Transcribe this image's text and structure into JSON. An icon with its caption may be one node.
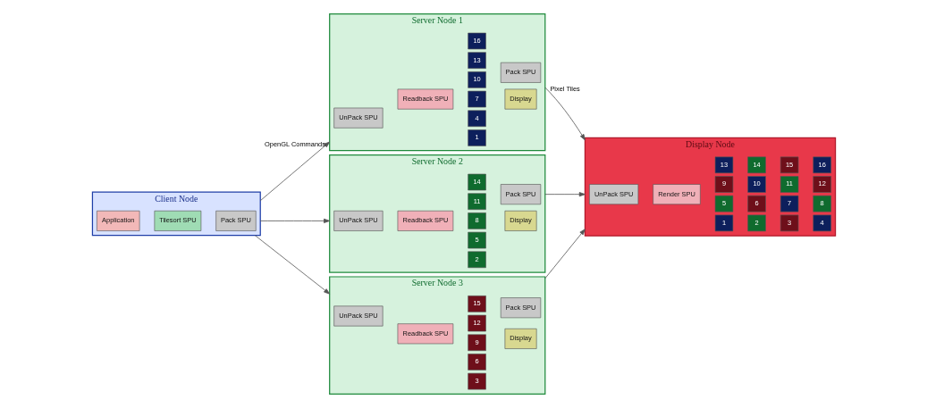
{
  "diagram": {
    "nodes": [
      {
        "text": [
          "Client Node"
        ]
      },
      {
        "text": [
          "Application"
        ],
        "in": 0
      },
      {
        "text": [
          "Tilesort SPU"
        ],
        "in": 0
      },
      {
        "text": [
          "Pack SPU"
        ],
        "in": 0
      },
      {
        "text": [
          "Server Node 1"
        ]
      },
      {
        "text": [
          "UnPack SPU"
        ],
        "in": 4
      },
      {
        "text": [
          "Readback SPU"
        ],
        "in": 4
      },
      {
        "text": [
          "1"
        ],
        "in": 4
      },
      {
        "text": [
          "4"
        ],
        "in": 4
      },
      {
        "text": [
          "7"
        ],
        "in": 4
      },
      {
        "text": [
          "10"
        ],
        "in": 4
      },
      {
        "text": [
          "13"
        ],
        "in": 4
      },
      {
        "text": [
          "16"
        ],
        "in": 4
      },
      {
        "text": [
          "Display"
        ],
        "in": 4
      },
      {
        "text": [
          "Pack SPU"
        ],
        "in": 4
      },
      {
        "text": [
          "Server Node 2"
        ]
      },
      {
        "text": [
          "UnPack SPU"
        ],
        "in": 15
      },
      {
        "text": [
          "Readback SPU"
        ],
        "in": 15
      },
      {
        "text": [
          "2"
        ],
        "in": 15
      },
      {
        "text": [
          "5"
        ],
        "in": 15
      },
      {
        "text": [
          "8"
        ],
        "in": 15
      },
      {
        "text": [
          "11"
        ],
        "in": 15
      },
      {
        "text": [
          "14"
        ],
        "in": 15
      },
      {
        "text": [
          "Display"
        ],
        "in": 15
      },
      {
        "text": [
          "Pack SPU"
        ],
        "in": 15
      },
      {
        "text": [
          "Server Node 3"
        ]
      },
      {
        "text": [
          "UnPack SPU"
        ],
        "in": 25
      },
      {
        "text": [
          "Readback SPU"
        ],
        "in": 25
      },
      {
        "text": [
          "3"
        ],
        "in": 25
      },
      {
        "text": [
          "6"
        ],
        "in": 25
      },
      {
        "text": [
          "9"
        ],
        "in": 25
      },
      {
        "text": [
          "12"
        ],
        "in": 25
      },
      {
        "text": [
          "15"
        ],
        "in": 25
      },
      {
        "text": [
          "Display"
        ],
        "in": 25
      },
      {
        "text": [
          "Pack SPU"
        ],
        "in": 25
      },
      {
        "text": [
          "Display Node"
        ]
      },
      {
        "text": [
          "UnPack SPU"
        ],
        "in": 35
      },
      {
        "text": [
          "Render SPU"
        ],
        "in": 35
      },
      {
        "text": [
          "1"
        ],
        "in": 35
      },
      {
        "text": [
          "2"
        ],
        "in": 35
      },
      {
        "text": [
          "3"
        ],
        "in": 35
      },
      {
        "text": [
          "4"
        ],
        "in": 35
      },
      {
        "text": [
          "5"
        ],
        "in": 35
      },
      {
        "text": [
          "6"
        ],
        "in": 35
      },
      {
        "text": [
          "7"
        ],
        "in": 35
      },
      {
        "text": [
          "8"
        ],
        "in": 35
      },
      {
        "text": [
          "9"
        ],
        "in": 35
      },
      {
        "text": [
          "10"
        ],
        "in": 35
      },
      {
        "text": [
          "11"
        ],
        "in": 35
      },
      {
        "text": [
          "12"
        ],
        "in": 35
      },
      {
        "text": [
          "13"
        ],
        "in": 35
      },
      {
        "text": [
          "14"
        ],
        "in": 35
      },
      {
        "text": [
          "15"
        ],
        "in": 35
      },
      {
        "text": [
          "16"
        ],
        "in": 35
      }
    ],
    "edges": [
      {
        "from": 0,
        "to": 4,
        "arrow": "to",
        "label": "OpenGL Commands"
      },
      {
        "from": 0,
        "to": 15,
        "arrow": "to"
      },
      {
        "from": 0,
        "to": 25,
        "arrow": "to"
      },
      {
        "from": 4,
        "to": 35,
        "arrow": "to",
        "label": "Pixel Tiles"
      },
      {
        "from": 15,
        "to": 35,
        "arrow": "to"
      },
      {
        "from": 25,
        "to": 35,
        "arrow": "to"
      }
    ]
  }
}
